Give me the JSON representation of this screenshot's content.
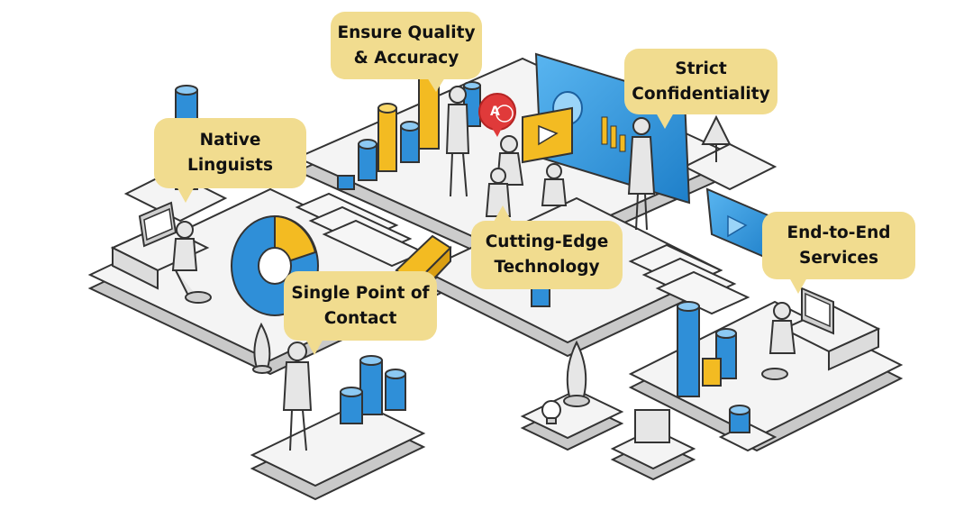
{
  "colors": {
    "bubble": "#f1dc8f",
    "bubble_text": "#111111",
    "accent_blue": "#2f8fd8",
    "accent_yellow": "#f3bb22",
    "badge_red": "#e03a3a",
    "outline": "#3a3a3a",
    "floor": "#f3f3f3"
  },
  "logo": {
    "text": "A"
  },
  "features": [
    {
      "id": "quality",
      "label": "Ensure Quality\n& Accuracy"
    },
    {
      "id": "confidentiality",
      "label": "Strict\nConfidentiality"
    },
    {
      "id": "native",
      "label": "Native\nLinguists"
    },
    {
      "id": "technology",
      "label": "Cutting-Edge\nTechnology"
    },
    {
      "id": "endtoend",
      "label": "End-to-End\nServices"
    },
    {
      "id": "contact",
      "label": "Single Point of\nContact"
    }
  ],
  "icons": [
    "monitor-icon",
    "pie-chart-icon",
    "bar-chart-icon",
    "play-icon",
    "lamp-icon",
    "lightbulb-icon"
  ]
}
